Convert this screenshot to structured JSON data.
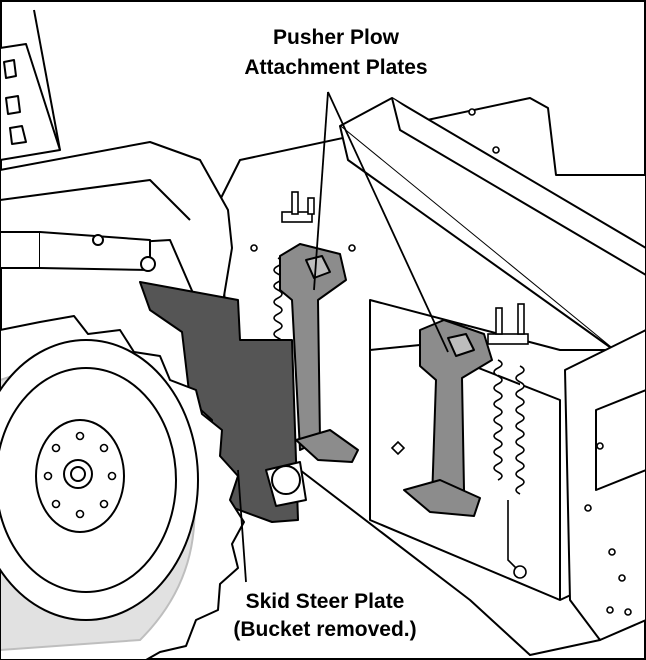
{
  "callouts": {
    "top_line1": "Pusher Plow",
    "top_line2": "Attachment Plates",
    "bottom_line1": "Skid Steer Plate",
    "bottom_line2": "(Bucket removed.)"
  },
  "colors": {
    "line": "#000000",
    "background": "#ffffff",
    "plate_fill": "#8c8c8c",
    "skid_plate_fill": "#555555"
  }
}
